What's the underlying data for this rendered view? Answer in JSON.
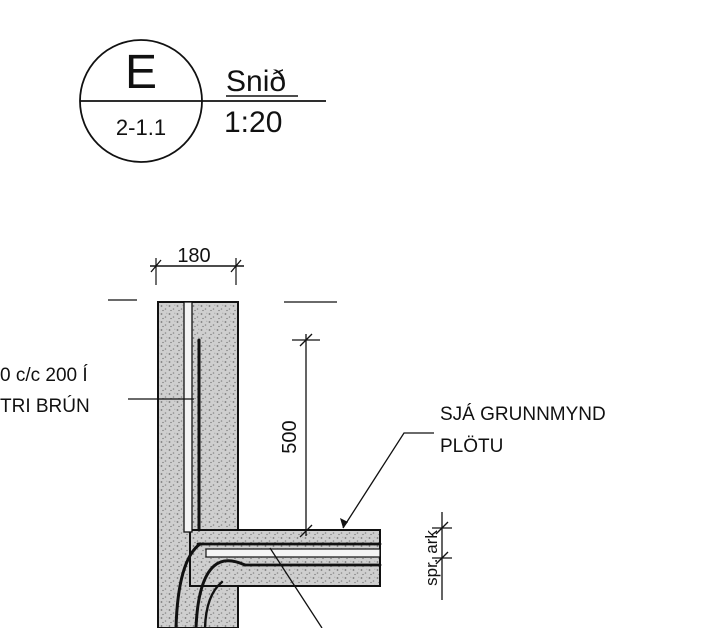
{
  "title_block": {
    "section_letter": "E",
    "sheet_ref": "2-1.1",
    "title": "Snið",
    "scale": "1:20"
  },
  "dimensions": {
    "wall_thickness": "180",
    "height": "500",
    "side": "spr. ark"
  },
  "notes": {
    "left_line1": "0 c/c 200 Í",
    "left_line2": "TRI BRÚN",
    "right_line1": "SJÁ GRUNNMYND",
    "right_line2": "PLÖTU"
  },
  "colors": {
    "ink": "#111111",
    "concrete": "#c9c9c9"
  }
}
